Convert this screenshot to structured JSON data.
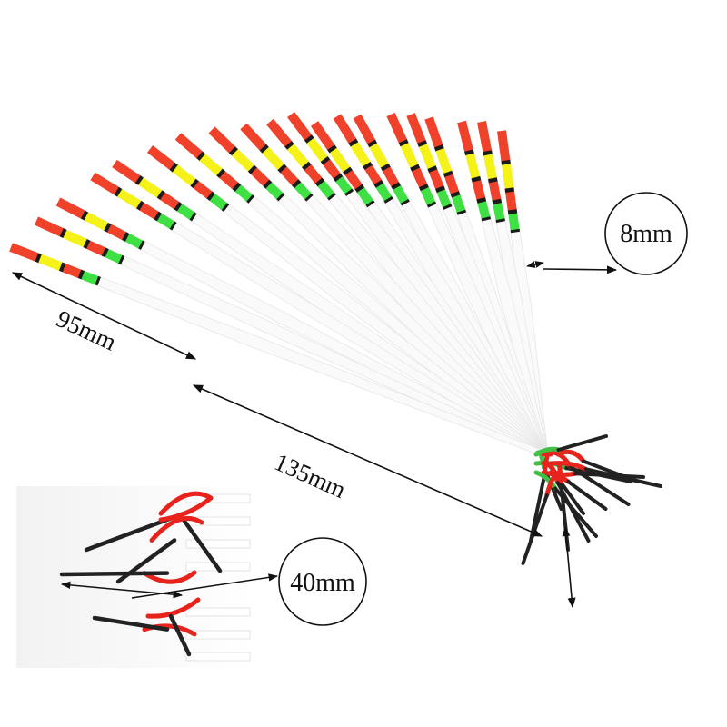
{
  "product": {
    "float_count": 20,
    "colors": {
      "tip_red": "#f0412a",
      "tip_yellow": "#f5f21a",
      "tip_green": "#3ee044",
      "band_black": "#1a1a1a",
      "body_white": "#fafafa",
      "stem_black": "#222222",
      "rope_red": "#e8231c",
      "rope_green": "#3fbf44"
    }
  },
  "dimensions": {
    "tip_length_label": "95mm",
    "body_length_label": "135mm",
    "diameter_label": "8mm",
    "stem_length_label": "40mm"
  },
  "icons": {
    "arrow": "double-headed-arrow",
    "callout": "circle-callout"
  }
}
